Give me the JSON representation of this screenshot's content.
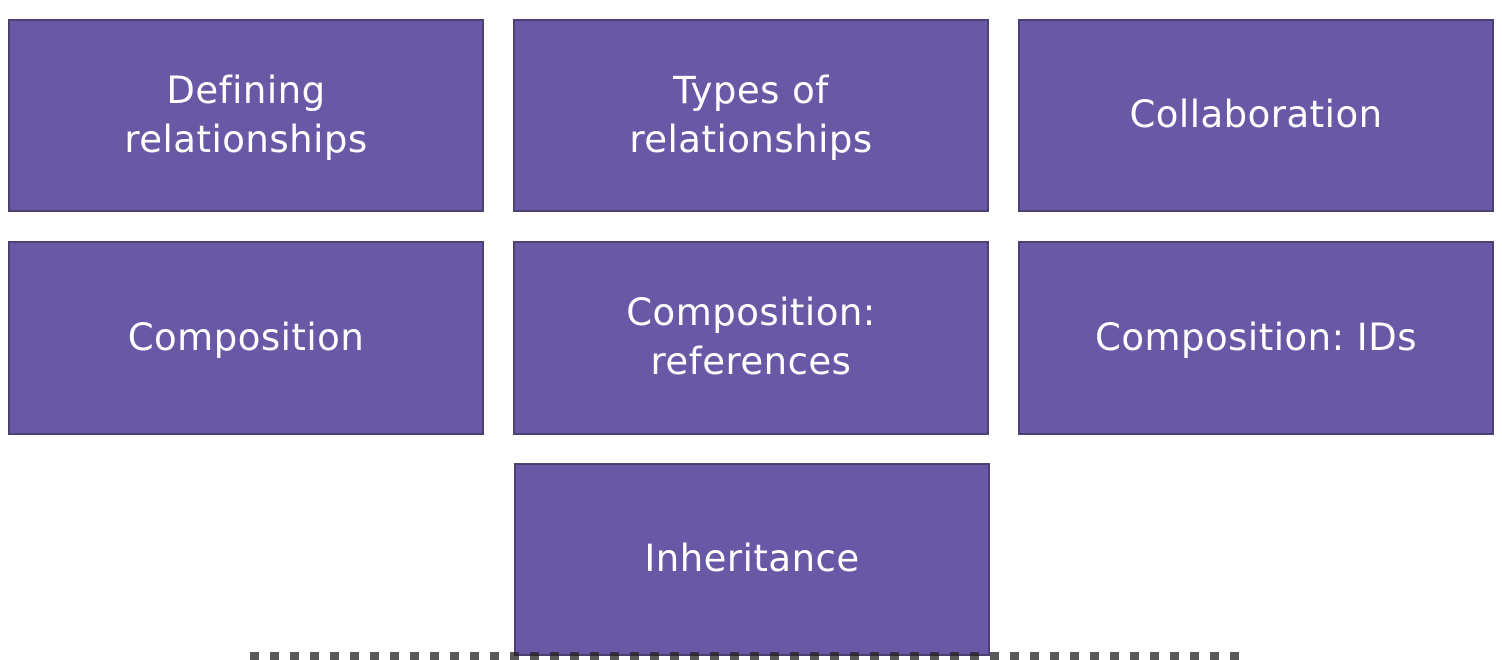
{
  "colors": {
    "tile_fill": "#6858a6",
    "tile_border": "#4d4174",
    "tile_text": "#ffffff",
    "background": "#ffffff"
  },
  "tiles": [
    {
      "label": "Defining\nrelationships"
    },
    {
      "label": "Types of\nrelationships"
    },
    {
      "label": "Collaboration"
    },
    {
      "label": "Composition"
    },
    {
      "label": "Composition:\nreferences"
    },
    {
      "label": "Composition: IDs"
    },
    {
      "label": "Inheritance"
    }
  ]
}
